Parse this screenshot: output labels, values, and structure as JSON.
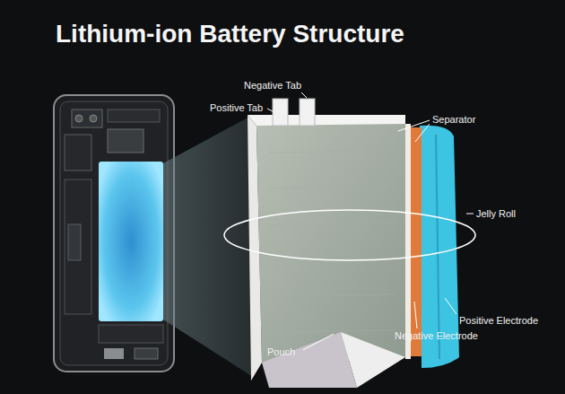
{
  "diagram": {
    "title": "Lithium-ion Battery Structure",
    "labels": [
      "Negative Tab",
      "Positive Tab",
      "Separator",
      "Jelly Roll",
      "Positive Electrode",
      "Negative Electrode",
      "Pouch"
    ]
  }
}
